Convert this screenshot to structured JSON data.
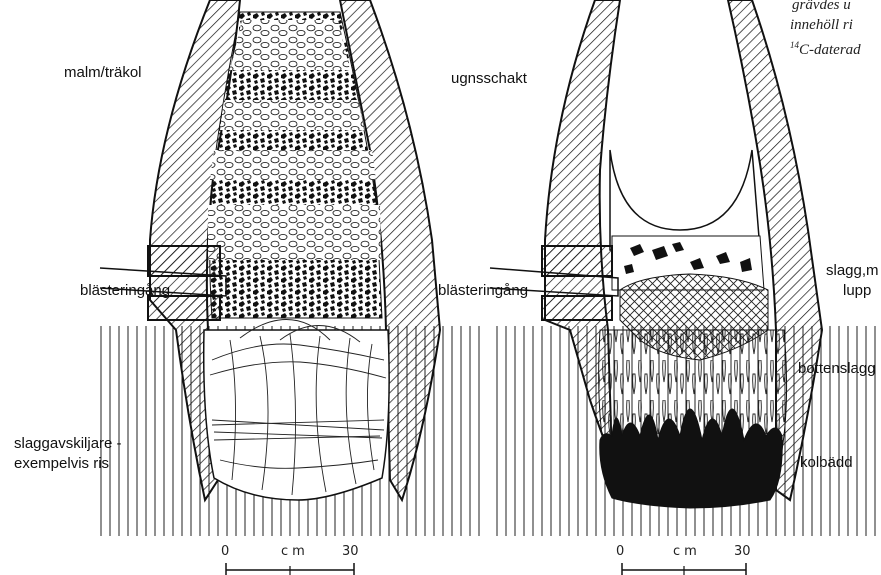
{
  "caption": {
    "line1": "grävdes u",
    "line2": "innehöll ri",
    "line3_sup": "14",
    "line3": "C-daterad"
  },
  "left_furnace": {
    "labels": {
      "ore_charcoal": "malm/träkol",
      "shaft": "ugnsschakt",
      "tuyere": "blästeringång",
      "separator_line1": "slaggavskiljare -",
      "separator_line2": "exempelvis ris"
    },
    "scale": {
      "start": "0",
      "unit": "cm",
      "end": "30"
    }
  },
  "right_furnace": {
    "labels": {
      "tuyere": "blästeringång",
      "slag": "slagg,m",
      "bloom": "lupp",
      "bottom_slag": "bottenslagg",
      "charcoal_bed": "kolbädd"
    },
    "scale": {
      "start": "0",
      "unit": "cm",
      "end": "30"
    }
  },
  "colors": {
    "ink": "#111111",
    "paper": "#ffffff"
  }
}
